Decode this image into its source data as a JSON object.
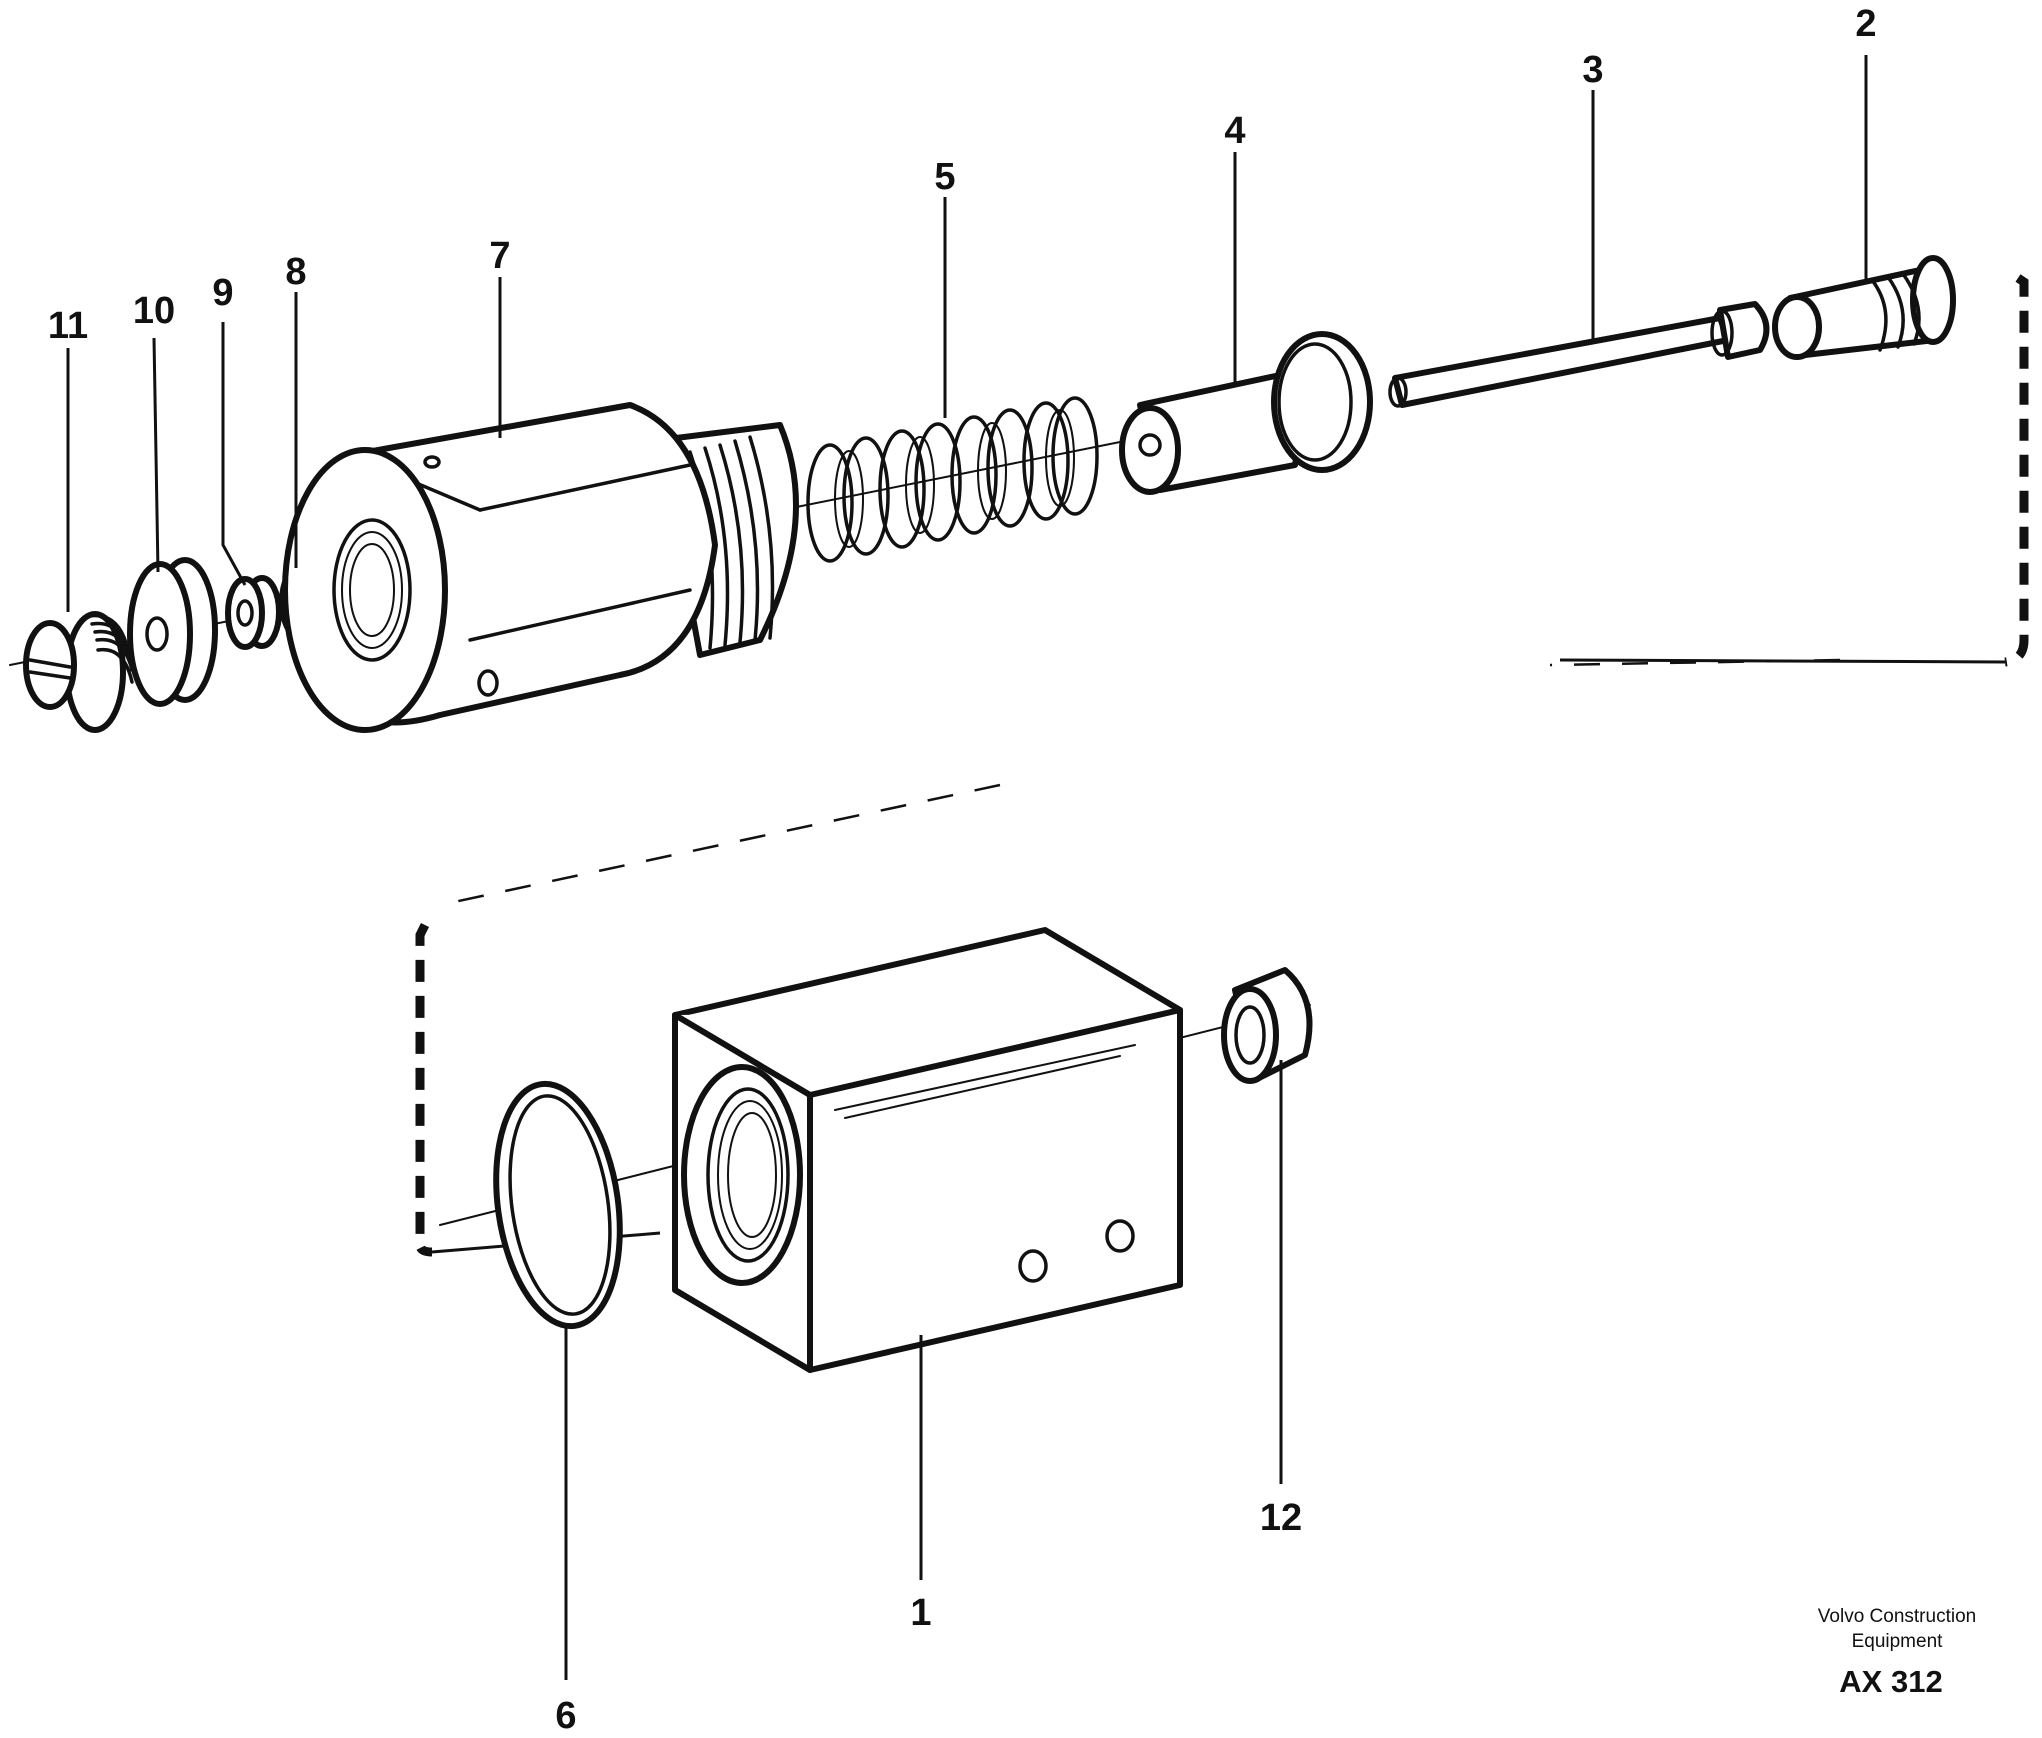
{
  "callouts": {
    "c1": "1",
    "c2": "2",
    "c3": "3",
    "c4": "4",
    "c5": "5",
    "c6": "6",
    "c7": "7",
    "c8": "8",
    "c9": "9",
    "c10": "10",
    "c11": "11",
    "c12": "12"
  },
  "footer": {
    "brand_line1": "Volvo Construction",
    "brand_line2": "Equipment",
    "drawing_ref": "AX 312"
  }
}
